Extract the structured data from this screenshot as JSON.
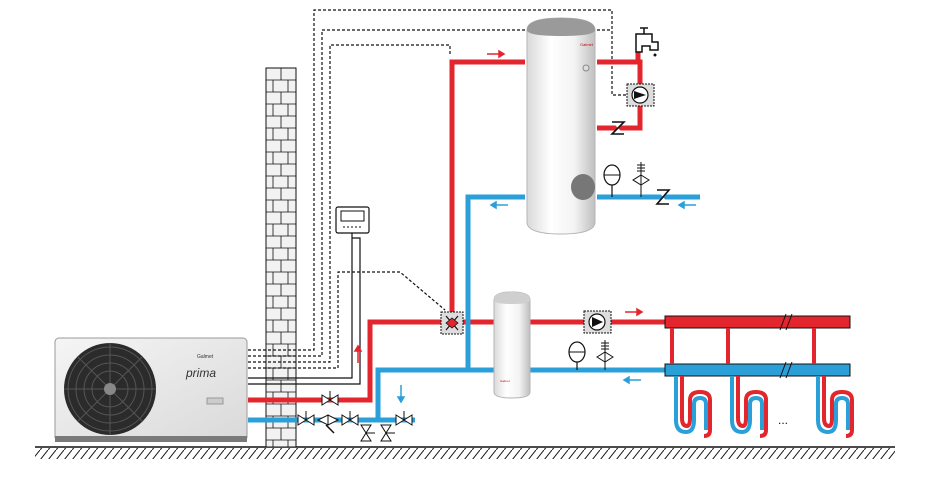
{
  "heat_pump": {
    "brand": "Galmet",
    "model": "prima"
  },
  "tank_brand": "Galmet",
  "colors": {
    "hot": "#e3262d",
    "cold": "#2a9fd8",
    "wall": "#f2f2f2",
    "line": "#111111"
  },
  "icons": [
    "tap-icon",
    "circulation-pump-icon",
    "check-valve-icon",
    "expansion-vessel-icon",
    "safety-valve-icon",
    "three-way-valve-icon",
    "controller-icon",
    "ball-valve-icon",
    "filter-icon",
    "flow-arrow-icon"
  ],
  "floor_loops": {
    "ellipsis": "..."
  }
}
